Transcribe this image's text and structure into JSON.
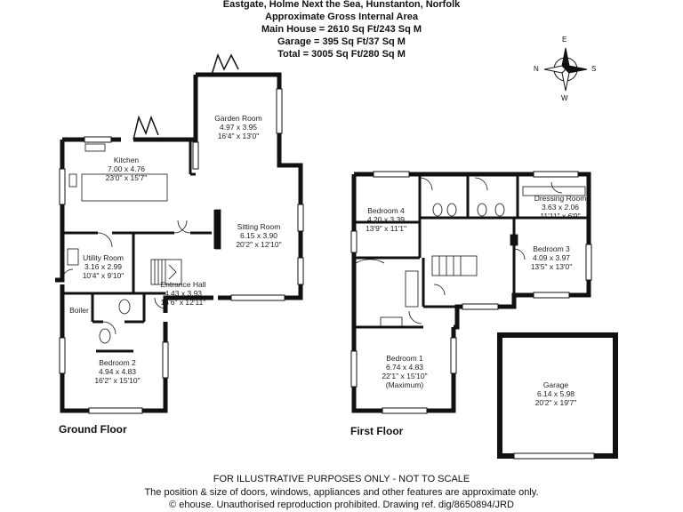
{
  "header": {
    "address": "Eastgate, Holme Next the Sea, Hunstanton, Norfolk",
    "area_title": "Approximate Gross Internal Area",
    "main_house": "Main House = 2610 Sq Ft/243 Sq M",
    "garage": "Garage = 395 Sq Ft/37 Sq M",
    "total": "Total = 3005 Sq Ft/280 Sq M"
  },
  "compass": {
    "north": "N",
    "east": "E",
    "south": "S",
    "west": "W"
  },
  "ground_floor": {
    "label": "Ground Floor",
    "rooms": {
      "garden_room": {
        "name": "Garden Room",
        "metric": "4.97 x 3.95",
        "imperial": "16'4\" x 13'0\""
      },
      "kitchen": {
        "name": "Kitchen",
        "metric": "7.00 x 4.76",
        "imperial": "23'0\" x 15'7\""
      },
      "sitting_room": {
        "name": "Sitting Room",
        "metric": "6.15 x 3.90",
        "imperial": "20'2\" x 12'10\""
      },
      "utility_room": {
        "name": "Utility Room",
        "metric": "3.16 x 2.99",
        "imperial": "10'4\" x 9'10\""
      },
      "entrance_hall": {
        "name": "Entrance Hall",
        "metric": "4.43 x 3.93",
        "imperial": "14'6\" x 12'11\""
      },
      "boiler": {
        "name": "Boiler"
      },
      "bedroom_2": {
        "name": "Bedroom 2",
        "metric": "4.94 x 4.83",
        "imperial": "16'2\" x 15'10\""
      }
    }
  },
  "first_floor": {
    "label": "First Floor",
    "rooms": {
      "bedroom_4": {
        "name": "Bedroom 4",
        "metric": "4.20 x 3.39",
        "imperial": "13'9\" x 11'1\""
      },
      "dressing_room": {
        "name": "Dressing Room",
        "metric": "3.63 x 2.06",
        "imperial": "11'11\" x 6'9\""
      },
      "bedroom_3": {
        "name": "Bedroom 3",
        "metric": "4.09 x 3.97",
        "imperial": "13'5\" x 13'0\""
      },
      "bedroom_1": {
        "name": "Bedroom 1",
        "metric": "6.74 x 4.83",
        "imperial": "22'1\" x 15'10\"",
        "note": "(Maximum)"
      }
    }
  },
  "garage_plan": {
    "name": "Garage",
    "metric": "6.14 x 5.98",
    "imperial": "20'2\" x 19'7\""
  },
  "footer": {
    "disclaimer": "FOR ILLUSTRATIVE PURPOSES ONLY - NOT TO SCALE",
    "note": "The position & size of doors, windows, appliances and other features are approximate only.",
    "copyright": "© ehouse. Unauthorised reproduction prohibited. Drawing ref. dig/8650894/JRD"
  }
}
